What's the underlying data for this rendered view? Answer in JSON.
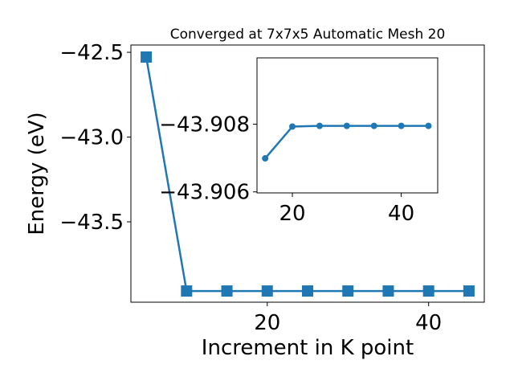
{
  "chart_data": [
    {
      "type": "line",
      "title": "Converged at 7x7x5 Automatic Mesh 20",
      "xlabel": "Increment in K point",
      "ylabel": "Energy (eV)",
      "x": [
        5,
        10,
        15,
        20,
        25,
        30,
        35,
        40,
        45
      ],
      "series": [
        {
          "name": "Energy",
          "values": [
            -42.528,
            -43.908,
            -43.908,
            -43.908,
            -43.908,
            -43.908,
            -43.908,
            -43.908,
            -43.908
          ],
          "marker": "square",
          "color": "#1f77b4"
        }
      ],
      "xlim": [
        3.1,
        46.9
      ],
      "ylim": [
        -43.974,
        -42.457
      ],
      "xticks": [
        {
          "value": 20,
          "label": "20"
        },
        {
          "value": 40,
          "label": "40"
        }
      ],
      "yticks": [
        {
          "value": -42.5,
          "label": "−42.5"
        },
        {
          "value": -43.0,
          "label": "−43.0"
        },
        {
          "value": -43.5,
          "label": "−43.5"
        }
      ],
      "grid": false
    },
    {
      "type": "line",
      "title": "",
      "x": [
        15,
        20,
        25,
        30,
        35,
        40,
        45
      ],
      "series": [
        {
          "name": "Energy (inset)",
          "values": [
            -43.90699,
            -43.90793,
            -43.90795,
            -43.90795,
            -43.90795,
            -43.90795,
            -43.90795
          ],
          "marker": "circle",
          "color": "#1f77b4"
        }
      ],
      "xlim": [
        13.5,
        46.7
      ],
      "ylim_top_to_bottom": [
        -43.90996,
        -43.90597
      ],
      "xticks": [
        {
          "value": 20,
          "label": "20"
        },
        {
          "value": 40,
          "label": "40"
        }
      ],
      "yticks": [
        {
          "value": -43.908,
          "label": "−43.908"
        },
        {
          "value": -43.906,
          "label": "−43.906"
        }
      ],
      "grid": false
    }
  ]
}
